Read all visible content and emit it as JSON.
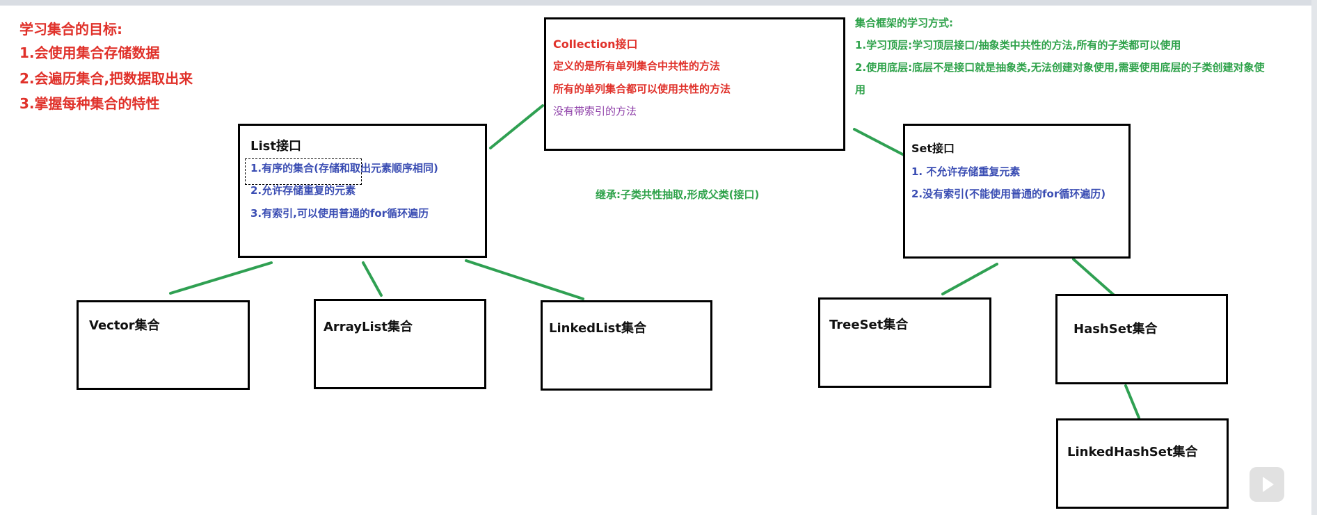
{
  "goals": {
    "title": "学习集合的目标:",
    "items": [
      "1.会使用集合存储数据",
      "2.会遍历集合,把数据取出来",
      "3.掌握每种集合的特性"
    ]
  },
  "framework": {
    "title": "集合框架的学习方式:",
    "line1": "1.学习顶层:学习顶层接口/抽象类中共性的方法,所有的子类都可以使用",
    "line2a": "2.使用底层:底层不是接口就是抽象类,无法创建对象使用,需要使用底层的子类创建对象使",
    "line2b": "用"
  },
  "collection": {
    "title": "Collection接口",
    "line1": "定义的是所有单列集合中共性的方法",
    "line2": "所有的单列集合都可以使用共性的方法",
    "line3": "没有带索引的方法"
  },
  "inherit_note": "继承:子类共性抽取,形成父类(接口)",
  "list": {
    "title": "List接口",
    "items": [
      "1.有序的集合(存储和取出元素顺序相同)",
      "2.允许存储重复的元素",
      "3.有索引,可以使用普通的for循环遍历"
    ]
  },
  "set": {
    "title": "Set接口",
    "items": [
      "1. 不允许存储重复元素",
      "2.没有索引(不能使用普通的for循环遍历)"
    ]
  },
  "classes": {
    "vector": "Vector集合",
    "arraylist": "ArrayList集合",
    "linkedlist": "LinkedList集合",
    "treeset": "TreeSet集合",
    "hashset": "HashSet集合",
    "linkedhashset": "LinkedHashSet集合"
  },
  "colors": {
    "goal_red": "#e0312a",
    "framework_green": "#2ea24a",
    "list_blue": "#3a4db3",
    "connector_green": "#2fa052",
    "purple": "#8e3fa8"
  }
}
